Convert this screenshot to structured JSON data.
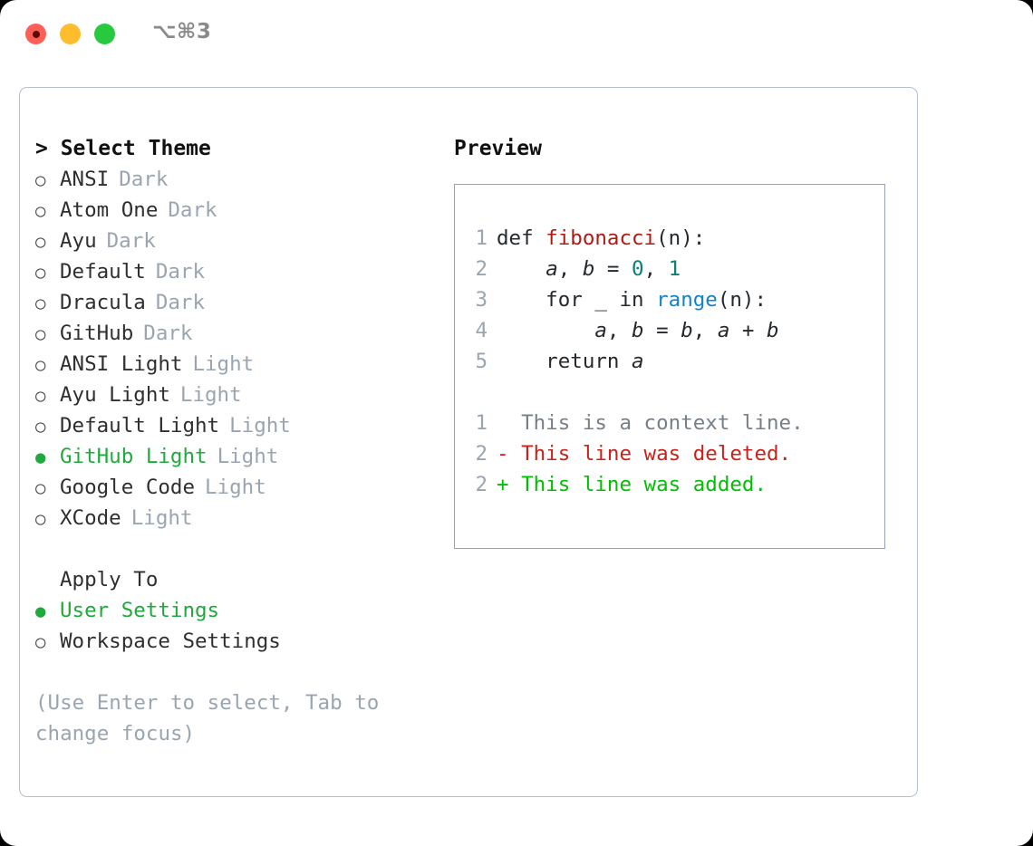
{
  "titlebar": {
    "shortcut": "⌥⌘3",
    "buttons": [
      {
        "name": "close",
        "color": "#fd5f56"
      },
      {
        "name": "minimize",
        "color": "#ffbd2e"
      },
      {
        "name": "maximize",
        "color": "#27c93f"
      }
    ]
  },
  "theme_panel": {
    "heading": "> Select Theme",
    "marker_unselected": "○",
    "marker_selected": "●",
    "items": [
      {
        "label": "ANSI",
        "category": "Dark",
        "selected": false
      },
      {
        "label": "Atom One",
        "category": "Dark",
        "selected": false
      },
      {
        "label": "Ayu",
        "category": "Dark",
        "selected": false
      },
      {
        "label": "Default",
        "category": "Dark",
        "selected": false
      },
      {
        "label": "Dracula",
        "category": "Dark",
        "selected": false
      },
      {
        "label": "GitHub",
        "category": "Dark",
        "selected": false
      },
      {
        "label": "ANSI Light",
        "category": "Light",
        "selected": false
      },
      {
        "label": "Ayu Light",
        "category": "Light",
        "selected": false
      },
      {
        "label": "Default Light",
        "category": "Light",
        "selected": false
      },
      {
        "label": "GitHub Light",
        "category": "Light",
        "selected": true
      },
      {
        "label": "Google Code",
        "category": "Light",
        "selected": false
      },
      {
        "label": "XCode",
        "category": "Light",
        "selected": false
      }
    ]
  },
  "apply_to": {
    "heading": "Apply To",
    "items": [
      {
        "label": "User Settings",
        "selected": true
      },
      {
        "label": "Workspace Settings",
        "selected": false
      }
    ]
  },
  "hint": "(Use Enter to select, Tab to change focus)",
  "preview": {
    "heading": "Preview",
    "code_lines": [
      {
        "number": "1",
        "tokens": [
          {
            "text": "def ",
            "type": "plain"
          },
          {
            "text": "fibonacci",
            "type": "fn"
          },
          {
            "text": "(n):",
            "type": "plain"
          }
        ]
      },
      {
        "number": "2",
        "tokens": [
          {
            "text": "    ",
            "type": "plain"
          },
          {
            "text": "a",
            "type": "var"
          },
          {
            "text": ", ",
            "type": "plain"
          },
          {
            "text": "b",
            "type": "var"
          },
          {
            "text": " = ",
            "type": "plain"
          },
          {
            "text": "0",
            "type": "num"
          },
          {
            "text": ", ",
            "type": "plain"
          },
          {
            "text": "1",
            "type": "num"
          }
        ]
      },
      {
        "number": "3",
        "tokens": [
          {
            "text": "    for _ in ",
            "type": "plain"
          },
          {
            "text": "range",
            "type": "call"
          },
          {
            "text": "(n):",
            "type": "plain"
          }
        ]
      },
      {
        "number": "4",
        "tokens": [
          {
            "text": "        ",
            "type": "plain"
          },
          {
            "text": "a",
            "type": "var"
          },
          {
            "text": ", ",
            "type": "plain"
          },
          {
            "text": "b",
            "type": "var"
          },
          {
            "text": " = ",
            "type": "plain"
          },
          {
            "text": "b",
            "type": "var"
          },
          {
            "text": ", ",
            "type": "plain"
          },
          {
            "text": "a",
            "type": "var"
          },
          {
            "text": " + ",
            "type": "plain"
          },
          {
            "text": "b",
            "type": "var"
          }
        ]
      },
      {
        "number": "5",
        "tokens": [
          {
            "text": "    return ",
            "type": "plain"
          },
          {
            "text": "a",
            "type": "var"
          }
        ]
      },
      {
        "number": "",
        "tokens": []
      },
      {
        "number": "1",
        "tokens": [
          {
            "text": "  This is a context line.",
            "type": "ctx"
          }
        ]
      },
      {
        "number": "2",
        "tokens": [
          {
            "text": "- This line was deleted.",
            "type": "del"
          }
        ]
      },
      {
        "number": "2",
        "tokens": [
          {
            "text": "+ This line was added.",
            "type": "add"
          }
        ]
      }
    ]
  },
  "colors": {
    "accent_green": "#1faa3c",
    "muted": "#9aa5b1",
    "border": "#97a3b4",
    "diff_add": "#00bf00",
    "diff_del": "#cc2118",
    "fn": "#b11a13",
    "num": "#0d7d7a",
    "call": "#1184c9"
  }
}
